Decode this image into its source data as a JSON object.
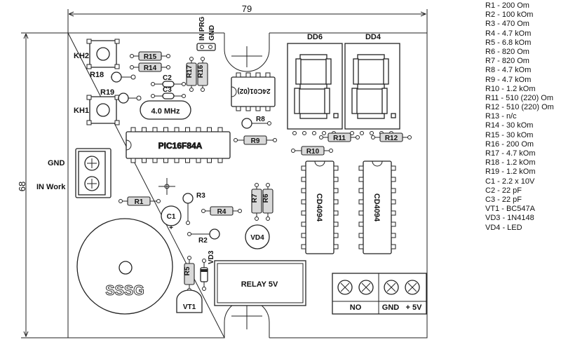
{
  "dimensions": {
    "width": "79",
    "height": "68"
  },
  "board": {
    "KH2": "KH2",
    "KH1": "KH1",
    "R18": "R18",
    "R19": "R19",
    "R15": "R15",
    "R14": "R14",
    "R17": "R17",
    "R16": "R16",
    "C2": "C2",
    "C3": "C3",
    "crystal": "4.0 MHz",
    "in_prg": "IN PRG",
    "gnd_top": "GND",
    "eeprom": "24C01(02)",
    "DD6": "DD6",
    "DD4": "DD4",
    "R8": "R8",
    "R9": "R9",
    "R11": "R11",
    "R12": "R12",
    "R10": "R10",
    "mcu": "PIC16F84A",
    "GND": "GND",
    "IN_Work": "IN Work",
    "R1": "R1",
    "R3": "R3",
    "R4": "R4",
    "C1": "C1",
    "R2": "R2",
    "R7": "R7",
    "R6": "R6",
    "VD4": "VD4",
    "cd1": "CD4094",
    "cd2": "CD4094",
    "VD3": "VD3",
    "R5": "R5",
    "relay": "RELAY 5V",
    "buzzer": "SSSG",
    "VT1": "VT1",
    "NO": "NO",
    "GND_bottom": "GND",
    "plus5V": "+ 5V"
  },
  "bom": [
    "R1 - 200 Om",
    "R2 - 100 kOm",
    "R3 - 470 Om",
    "R4 - 4.7 kOm",
    "R5 - 6.8 kOm",
    "R6 - 820 Om",
    "R7 - 820 Om",
    "R8 - 4.7 kOm",
    "R9 - 4.7 kOm",
    "R10 - 1.2 kOm",
    "R11 - 510 (220) Om",
    "R12 - 510 (220) Om",
    "R13 - n/c",
    "R14 - 30 kOm",
    "R15 - 30 kOm",
    "R16 - 200 Om",
    "R17 - 4.7 kOm",
    "R18 - 1.2 kOm",
    "R19 - 1.2 kOm",
    "C1 - 2.2 x 10V",
    "C2 - 22 pF",
    "C3 - 22 pF",
    "VT1 - BC547A",
    "VD3 - 1N4148",
    "VD4 - LED"
  ]
}
